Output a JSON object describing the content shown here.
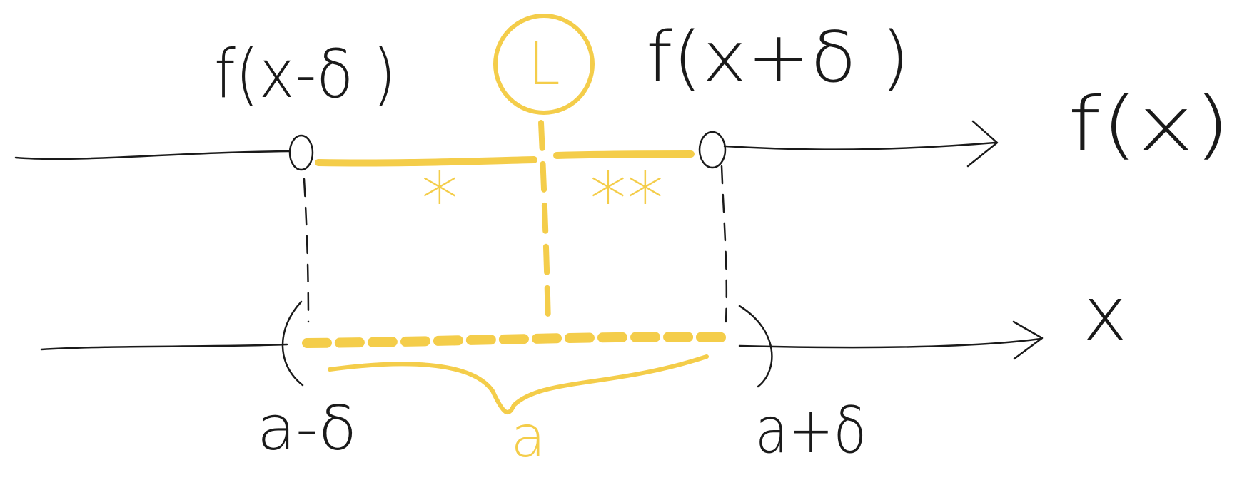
{
  "labels": {
    "f_left": "f(x-δ )",
    "f_right": "f(x+δ )",
    "limit": "L",
    "y_axis": "f(x)",
    "x_axis": "x",
    "left_bound": "a-δ",
    "center": "a",
    "right_bound": "a+δ",
    "star_left": "*",
    "star_right": "**"
  },
  "colors": {
    "ink": "#1a1a1a",
    "highlight": "#f4cd4a"
  }
}
